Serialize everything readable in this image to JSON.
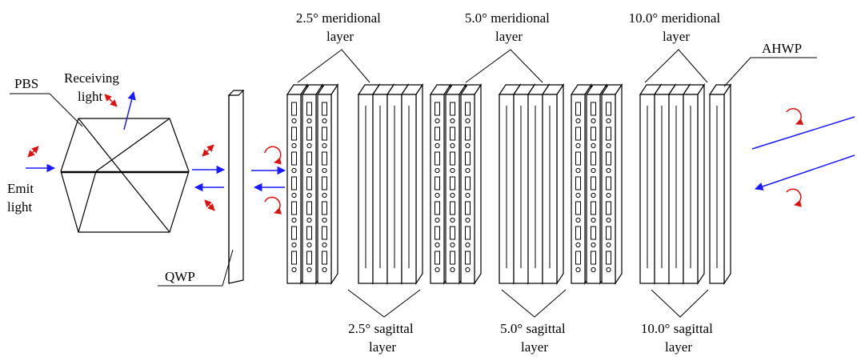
{
  "labels": {
    "pbs": "PBS",
    "receiving_light": [
      "Receiving",
      "light"
    ],
    "emit_light": [
      "Emit",
      "light"
    ],
    "qwp": "QWP",
    "ahwp": "AHWP",
    "meridional_2_5": [
      "2.5° meridional",
      "layer"
    ],
    "meridional_5_0": [
      "5.0° meridional",
      "layer"
    ],
    "meridional_10_0": [
      "10.0° meridional",
      "layer"
    ],
    "sagittal_2_5": [
      "2.5° sagittal",
      "layer"
    ],
    "sagittal_5_0": [
      "5.0° sagittal",
      "layer"
    ],
    "sagittal_10_0": [
      "10.0° sagittal",
      "layer"
    ]
  },
  "colors": {
    "beam": "#1a1aff",
    "polarization": "#e01010",
    "outline": "#000000"
  }
}
